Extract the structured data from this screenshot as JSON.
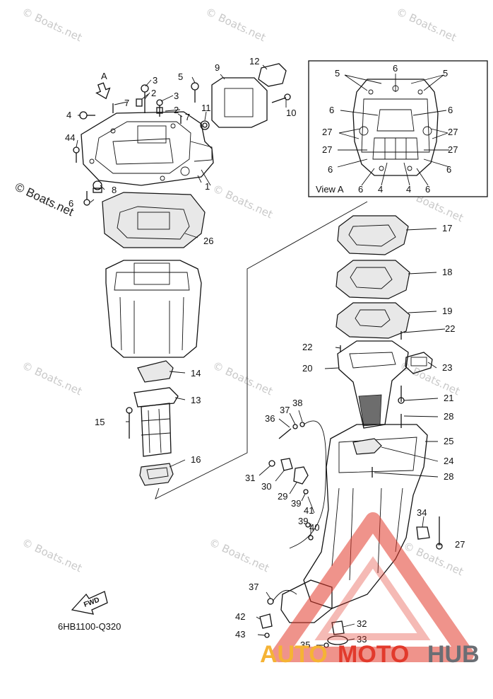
{
  "diagram_code": "6HB1100-Q320",
  "view_label": "View A",
  "view_arrow_label": "A",
  "fwd_label": "FWD",
  "brand": {
    "part1": "AUTO",
    "part2": "MOTO",
    "part3": "HUB"
  },
  "watermark": "© Boats.net",
  "colors": {
    "brand_orange": "#f5b335",
    "brand_red": "#e23a2c",
    "brand_gray": "#6a6e74",
    "watermark": "#c9c9c9"
  },
  "callouts": [
    "1",
    "2",
    "3",
    "4",
    "5",
    "6",
    "7",
    "8",
    "9",
    "10",
    "11",
    "12",
    "13",
    "14",
    "15",
    "16",
    "17",
    "18",
    "19",
    "20",
    "21",
    "22",
    "23",
    "24",
    "25",
    "26",
    "27",
    "28",
    "29",
    "30",
    "31",
    "32",
    "33",
    "34",
    "35",
    "36",
    "37",
    "38",
    "39",
    "40",
    "41",
    "42",
    "43",
    "44"
  ]
}
